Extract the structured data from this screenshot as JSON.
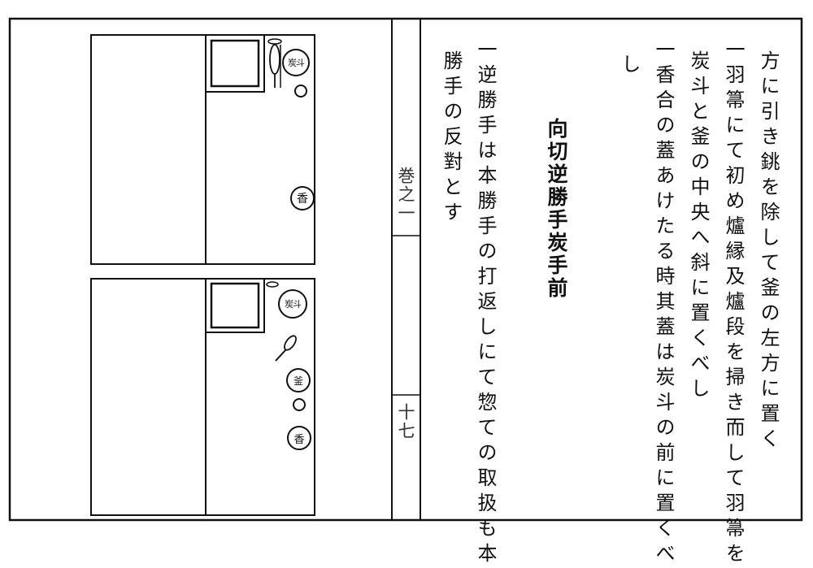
{
  "right_page": {
    "columns": [
      "方に引き銚を除して釜の左方に置く",
      "一羽箒にて初め爐縁及爐段を掃き而して羽箒を",
      "炭斗と釜の中央へ斜に置くべし",
      "一香合の蓋あけたる時其蓋は炭斗の前に置くべ",
      "し"
    ],
    "heading": "向切逆勝手炭手前",
    "columns_after": [
      "一逆勝手は本勝手の打返しにて惣ての取扱も本",
      "勝手の反對とす"
    ]
  },
  "margin": {
    "volume": "巻之一",
    "page_number": "十七"
  },
  "diagrams": {
    "top": {
      "crests": [
        "炭斗",
        "香"
      ]
    },
    "bottom": {
      "crests": [
        "炭斗",
        "釜",
        "香"
      ]
    }
  }
}
